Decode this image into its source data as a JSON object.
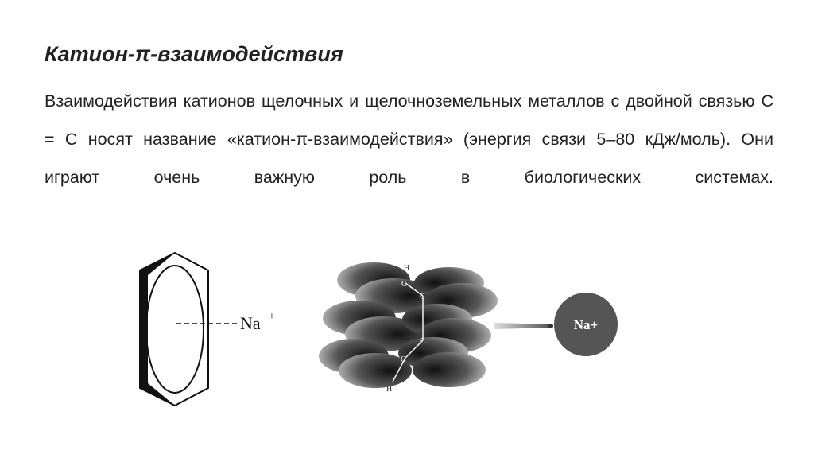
{
  "slide": {
    "title": "Катион-π-взаимодействия",
    "paragraph": "Взаимодействия катионов щелочных и щелочноземельных металлов с двойной связью С = С носят название «катион-π-взаимодействия» (энергия связи 5–80 кДж/моль). Они играют очень важную роль в биологических системах."
  },
  "figures": {
    "benzene": {
      "cation_label": "Na",
      "charge": "+"
    },
    "orbital": {
      "cation_label": "Na+",
      "atom_label": "C",
      "hydrogen_label": "H"
    }
  }
}
